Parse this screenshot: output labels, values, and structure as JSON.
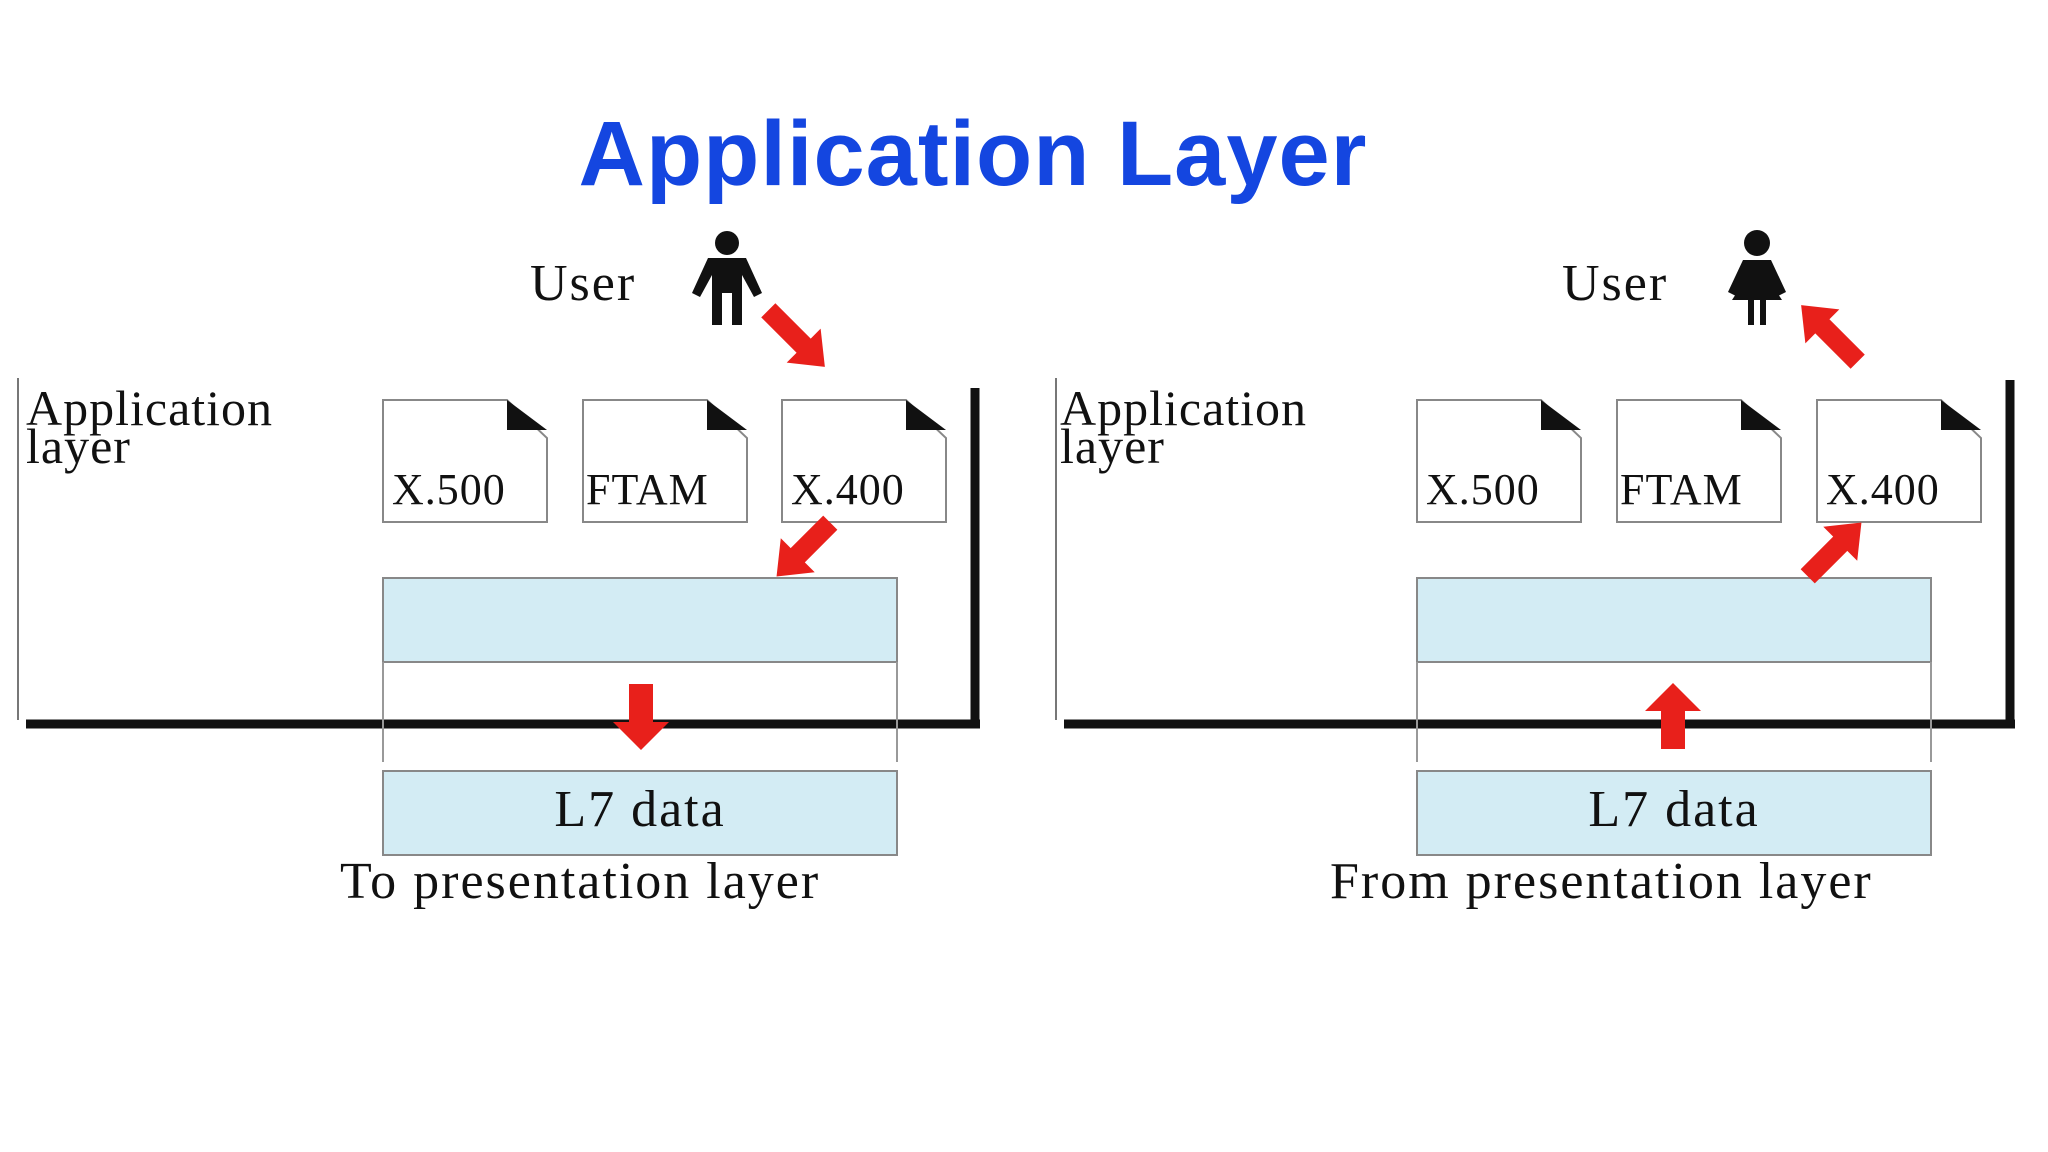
{
  "title": "Application Layer",
  "colors": {
    "title": "#1446e0",
    "arrow": "#e8201b",
    "data_fill": "#d3ecf4",
    "frame": "#111111"
  },
  "diagrams": [
    {
      "side": "sender",
      "user_label": "User",
      "user_icon": "man-icon",
      "layer_label": "Application layer",
      "layer_label_line1": "Application",
      "layer_label_line2": "layer",
      "documents": [
        "X.500",
        "FTAM",
        "X.400"
      ],
      "data_label": "L7 data",
      "caption": "To presentation layer",
      "flow": "down"
    },
    {
      "side": "receiver",
      "user_label": "User",
      "user_icon": "woman-icon",
      "layer_label": "Application layer",
      "layer_label_line1": "Application",
      "layer_label_line2": "layer",
      "documents": [
        "X.500",
        "FTAM",
        "X.400"
      ],
      "data_label": "L7 data",
      "caption": "From presentation layer",
      "flow": "up"
    }
  ]
}
